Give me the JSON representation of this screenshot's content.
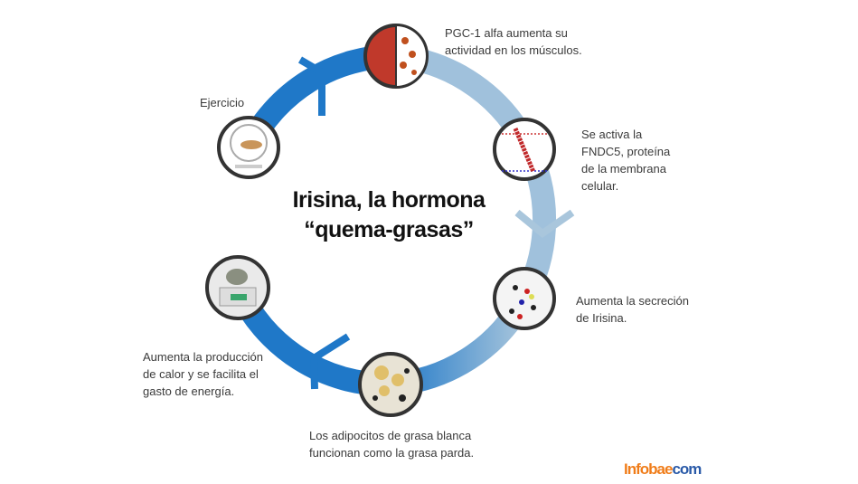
{
  "title": {
    "line1": "Irisina, la hormona",
    "line2": "“quema-grasas”"
  },
  "steps": [
    {
      "id": "exercise",
      "icon": "hamster-wheel-icon",
      "text": [
        "Ejercicio"
      ]
    },
    {
      "id": "pgc1",
      "icon": "muscle-tissue-icon",
      "text": [
        "PGC-1 alfa aumenta su",
        "actividad en los músculos."
      ]
    },
    {
      "id": "fndc5",
      "icon": "membrane-protein-icon",
      "text": [
        "Se activa la",
        "FNDC5, proteína",
        "de la membrana",
        "celular."
      ]
    },
    {
      "id": "irisin",
      "icon": "molecule-icon",
      "text": [
        "Aumenta la secreción",
        "de Irisina."
      ]
    },
    {
      "id": "adipocytes",
      "icon": "fat-cells-icon",
      "text": [
        "Los adipocitos de grasa blanca",
        "funcionan como la grasa parda."
      ]
    },
    {
      "id": "heat",
      "icon": "mouse-on-scale-icon",
      "text": [
        "Aumenta la producción",
        "de calor y se facilita el",
        "gasto de energía."
      ]
    }
  ],
  "colors": {
    "ring_dark": "#1f78c8",
    "ring_light": "#a9c6dc",
    "circle_border": "#333333"
  },
  "logo": {
    "part1": "Infobae",
    "part2": "com"
  }
}
